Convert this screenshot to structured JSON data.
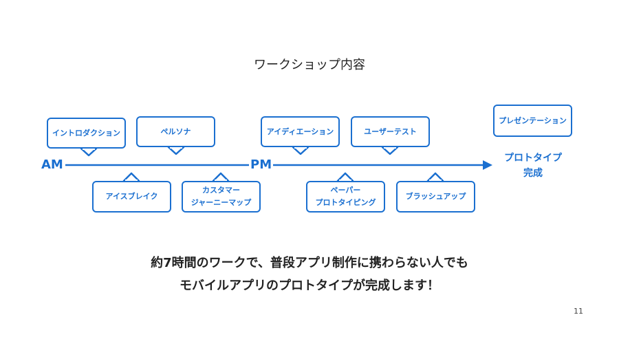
{
  "title": "ワークショップ内容",
  "am_label": "AM",
  "pm_label": "PM",
  "upper": {
    "intro": "イントロダクション",
    "persona": "ペルソナ",
    "idea": "アイディエーション",
    "usertest": "ユーザーテスト",
    "presentation": "プレゼンテーション"
  },
  "lower": {
    "icebreak": "アイスブレイク",
    "journey_line1": "カスタマー",
    "journey_line2": "ジャーニーマップ",
    "paper_line1": "ペーパー",
    "paper_line2": "プロトタイピング",
    "brushup": "ブラッシュアップ"
  },
  "goal_line1": "プロトタイプ",
  "goal_line2": "完成",
  "bottom_line1": "約7時間のワークで、普段アプリ制作に携わらない人でも",
  "bottom_line2": "モバイルアプリのプロトタイプが完成します！",
  "page_number": "11",
  "colors": {
    "accent": "#1a6fd0"
  }
}
